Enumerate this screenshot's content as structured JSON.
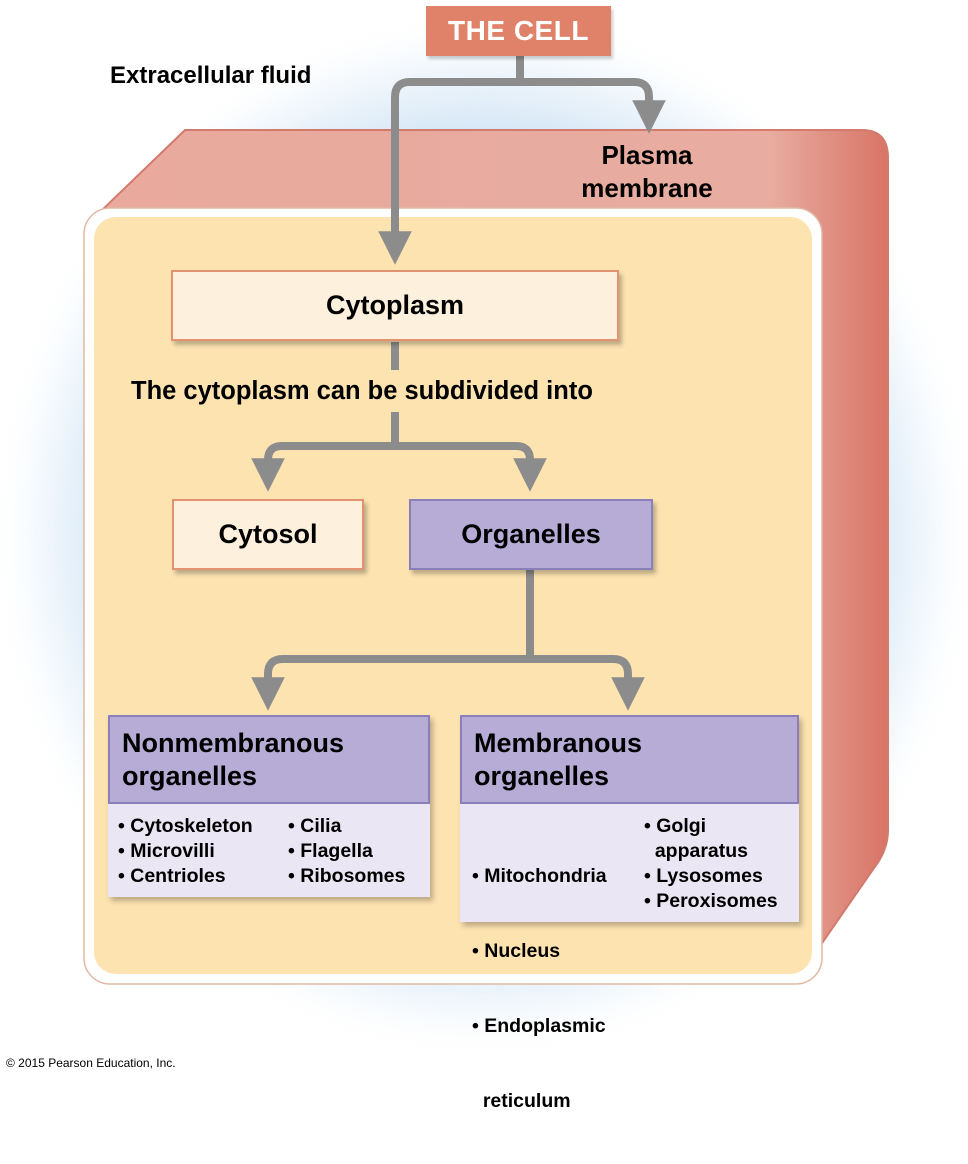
{
  "title": "THE CELL",
  "extracellular_label": "Extracellular fluid",
  "plasma_membrane_label": [
    "Plasma",
    "membrane"
  ],
  "cytoplasm": "Cytoplasm",
  "subdivided_text": "The cytoplasm can be subdivided into",
  "cytosol": "Cytosol",
  "organelles": "Organelles",
  "nonmembranous": {
    "title": [
      "Nonmembranous",
      "organelles"
    ],
    "col1": [
      "• Cytoskeleton",
      "• Microvilli",
      "• Centrioles"
    ],
    "col2": [
      "• Cilia",
      "• Flagella",
      "• Ribosomes"
    ]
  },
  "membranous": {
    "title": [
      "Membranous",
      "organelles"
    ],
    "col1": [
      "• Mitochondria",
      "• Nucleus",
      "• Endoplasmic",
      "  reticulum"
    ],
    "col2": [
      "• Golgi",
      "  apparatus",
      "• Lysosomes",
      "• Peroxisomes"
    ]
  },
  "copyright": "© 2015 Pearson Education, Inc.",
  "colors": {
    "title_bg": "#e0826a",
    "membrane": "#e6a195",
    "cytoplasm_bg": "#fde3b0",
    "arrow": "#8c8c8c",
    "purple": "#b6acd6",
    "purple_light": "#ebe6f3"
  }
}
